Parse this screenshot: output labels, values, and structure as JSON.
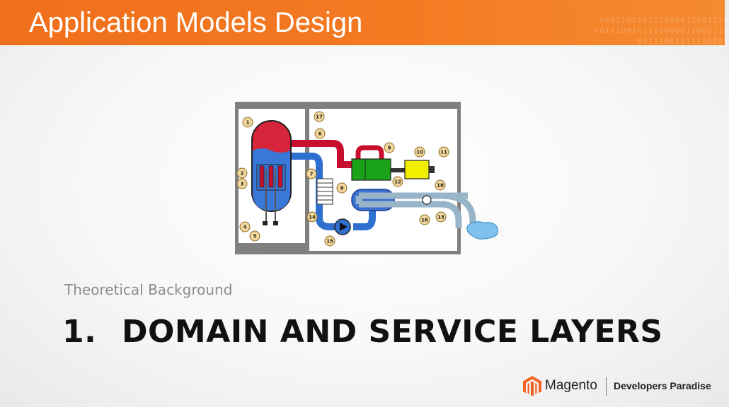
{
  "header": {
    "title": "Application Models Design",
    "decor_binary": [
      "001110010111000011001110",
      "0011100101110000011001110",
      "00111001011100001"
    ]
  },
  "diagram": {
    "markers": [
      "1",
      "2",
      "3",
      "4",
      "5",
      "6",
      "7",
      "8",
      "9",
      "10",
      "11",
      "12",
      "13",
      "14",
      "15",
      "16",
      "17",
      "18"
    ]
  },
  "content": {
    "subtitle": "Theoretical Background",
    "section_number": "1.",
    "section_title": "DOMAIN AND SERVICE LAYERS"
  },
  "footer": {
    "brand": "Magento",
    "tagline": "Developers Paradise",
    "brand_color": "#f26322"
  },
  "colors": {
    "header_orange": "#f47a22",
    "reactor_red": "#e0262f",
    "coolant_blue": "#2e6fd0",
    "turbine_green": "#1aa31a",
    "generator_yellow": "#f2ee00"
  }
}
